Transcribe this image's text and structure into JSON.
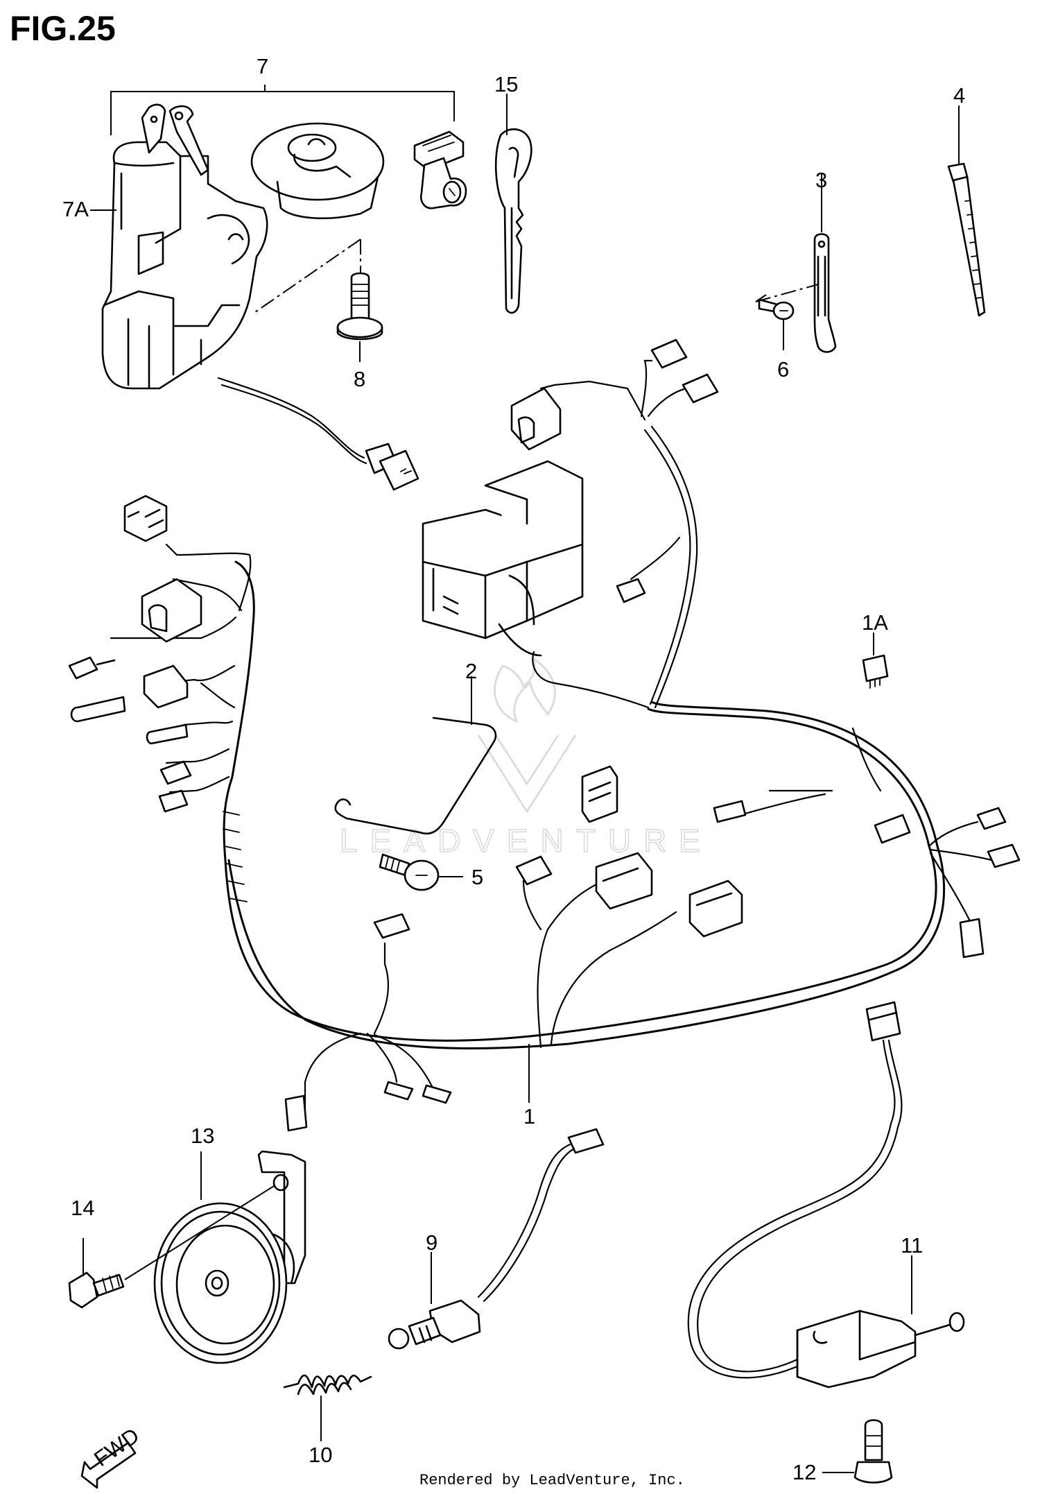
{
  "figure": {
    "title": "FIG.25"
  },
  "callouts": {
    "c1": "1",
    "c1a": "1A",
    "c2": "2",
    "c3": "3",
    "c4": "4",
    "c5": "5",
    "c6": "6",
    "c7": "7",
    "c7a": "7A",
    "c8": "8",
    "c9": "9",
    "c10": "10",
    "c11": "11",
    "c12": "12",
    "c13": "13",
    "c14": "14",
    "c15": "15"
  },
  "fwd": {
    "label": "FWD"
  },
  "watermark": {
    "text": "LEADVENTURE"
  },
  "footer": {
    "credit": "Rendered by LeadVenture, Inc."
  }
}
